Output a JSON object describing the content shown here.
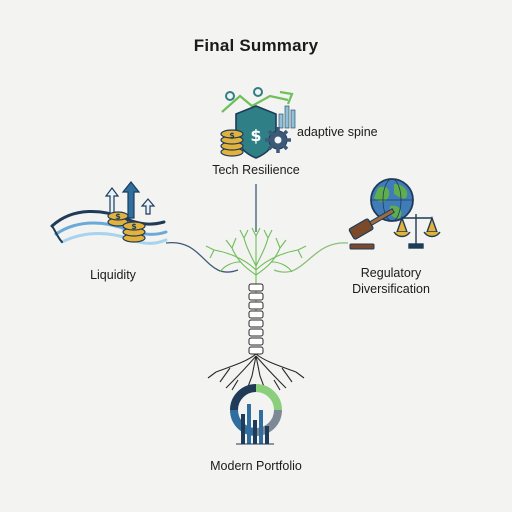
{
  "title": "Final Summary",
  "nodes": {
    "tech": {
      "label": "Tech Resilience",
      "annotation": "adaptive spine"
    },
    "liquidity": {
      "label": "Liquidity"
    },
    "regulatory": {
      "label_line1": "Regulatory",
      "label_line2": "Diversification"
    },
    "portfolio": {
      "label": "Modern Portfolio"
    }
  },
  "colors": {
    "navy": "#1f3b57",
    "teal": "#2f7f86",
    "green": "#6fbf5a",
    "gold": "#e3b23c",
    "root": "#2a2a2a",
    "connector_blue": "#3c5a78",
    "connector_green": "#8cbf7a"
  },
  "icons": {
    "tech": [
      "shield-icon",
      "dollar-coin-stack-icon",
      "gear-icon",
      "upward-chart-arrow-icon"
    ],
    "liquidity": [
      "water-wave-icon",
      "coin-stack-icon",
      "up-arrows-icon"
    ],
    "regulatory": [
      "globe-icon",
      "gavel-icon",
      "scales-icon"
    ],
    "portfolio": [
      "donut-chart-icon",
      "bar-chart-icon"
    ],
    "center": [
      "tree-spine-icon"
    ]
  }
}
